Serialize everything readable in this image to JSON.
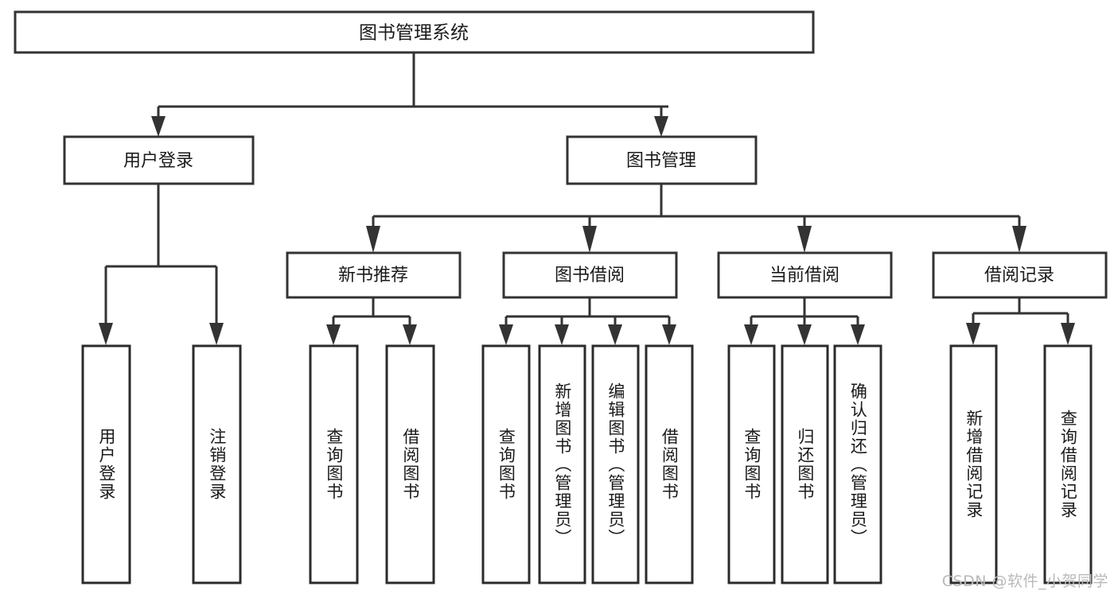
{
  "diagram": {
    "type": "tree",
    "title": "图书管理系统",
    "orientation": "top-down",
    "watermark": "CSDN @软件_小贺同学",
    "colors": {
      "box_fill": "#ffffff",
      "box_stroke": "#333333",
      "connector": "#333333",
      "text": "#1a1a1a",
      "watermark": "#b9b9b9",
      "background": "#ffffff"
    },
    "levels": {
      "root": "图书管理系统",
      "level2": [
        "用户登录",
        "图书管理"
      ],
      "level3": [
        "新书推荐",
        "图书借阅",
        "当前借阅",
        "借阅记录"
      ]
    },
    "nodes": {
      "root": {
        "label": "图书管理系统"
      },
      "user_login": {
        "label": "用户登录"
      },
      "book_manage": {
        "label": "图书管理"
      },
      "new_book_rec": {
        "label": "新书推荐"
      },
      "book_borrow": {
        "label": "图书借阅"
      },
      "current_borrow": {
        "label": "当前借阅"
      },
      "borrow_record": {
        "label": "借阅记录"
      }
    },
    "leaves": [
      {
        "id": "leaf-user-login",
        "label": "用户登录",
        "parent": "用户登录"
      },
      {
        "id": "leaf-logout-login",
        "label": "注销登录",
        "parent": "用户登录"
      },
      {
        "id": "leaf-query-book-1",
        "label": "查询图书",
        "parent": "新书推荐"
      },
      {
        "id": "leaf-borrow-book-1",
        "label": "借阅图书",
        "parent": "新书推荐"
      },
      {
        "id": "leaf-query-book-2",
        "label": "查询图书",
        "parent": "图书借阅"
      },
      {
        "id": "leaf-add-book",
        "label": "新增图书（管理员）",
        "parent": "图书借阅"
      },
      {
        "id": "leaf-edit-book",
        "label": "编辑图书（管理员）",
        "parent": "图书借阅"
      },
      {
        "id": "leaf-borrow-book-2",
        "label": "借阅图书",
        "parent": "图书借阅"
      },
      {
        "id": "leaf-query-book-3",
        "label": "查询图书",
        "parent": "当前借阅"
      },
      {
        "id": "leaf-return-book",
        "label": "归还图书",
        "parent": "当前借阅"
      },
      {
        "id": "leaf-confirm-return",
        "label": "确认归还（管理员）",
        "parent": "当前借阅"
      },
      {
        "id": "leaf-add-record",
        "label": "新增借阅记录",
        "parent": "借阅记录"
      },
      {
        "id": "leaf-query-record",
        "label": "查询借阅记录",
        "parent": "借阅记录"
      }
    ]
  }
}
